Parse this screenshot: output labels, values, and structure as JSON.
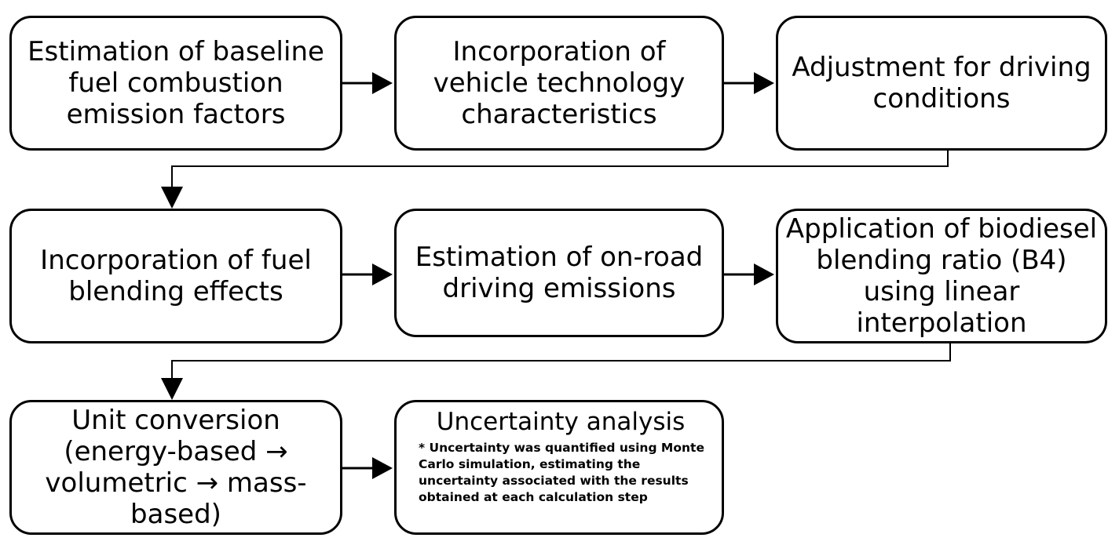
{
  "steps": [
    {
      "id": "b1",
      "text": "Estimation of baseline fuel combustion emission factors"
    },
    {
      "id": "b2",
      "text": "Incorporation of vehicle technology characteristics"
    },
    {
      "id": "b3",
      "text": "Adjustment for driving conditions"
    },
    {
      "id": "b4",
      "text": "Incorporation of fuel blending effects"
    },
    {
      "id": "b5",
      "text": "Estimation of on-road driving emissions"
    },
    {
      "id": "b6",
      "text": "Application of biodiesel blending ratio (B4) using linear interpolation"
    },
    {
      "id": "b7",
      "text": "Unit conversion (energy-based → volumetric → mass-based)"
    },
    {
      "id": "b8",
      "title": "Uncertainty analysis",
      "note": "* Uncertainty was quantified using Monte Carlo simulation, estimating the uncertainty associated with the results obtained at each calculation step"
    }
  ]
}
